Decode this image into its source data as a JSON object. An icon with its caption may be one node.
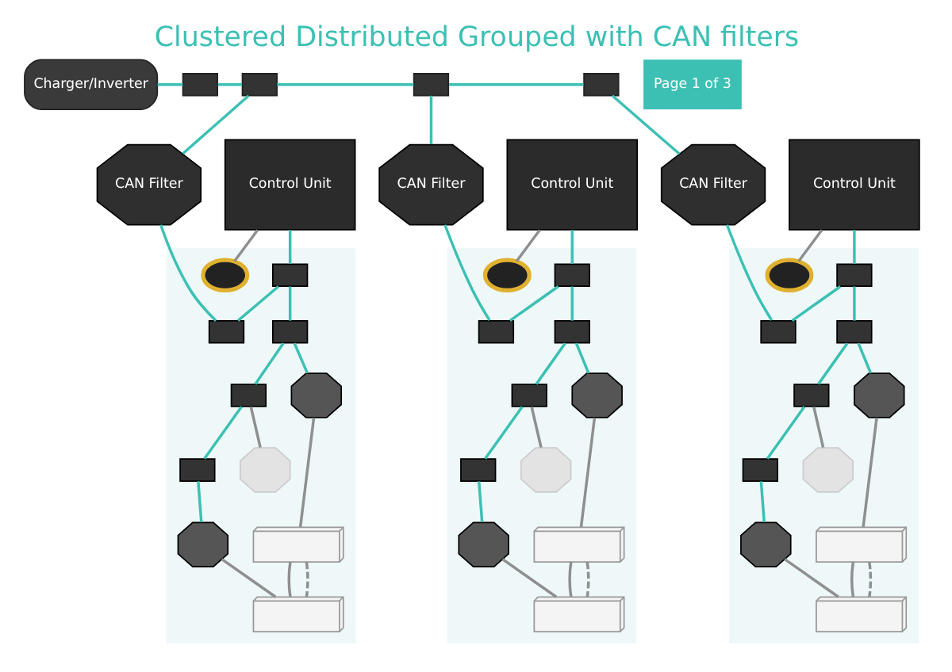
{
  "diagram": {
    "title": "Clustered Distributed Grouped with CAN filters",
    "nodes": [
      {
        "text": [
          "Charger/Inverter"
        ]
      },
      {
        "text": [],
        "shape": "box"
      },
      {
        "text": [],
        "shape": "box"
      },
      {
        "text": [],
        "shape": "box"
      },
      {
        "text": [],
        "shape": "box"
      },
      {
        "text": [],
        "shape": "box"
      },
      {
        "text": [
          "Control Unit"
        ]
      },
      {
        "text": [
          "CAN Filter"
        ]
      },
      {
        "text": [],
        "shape": "box",
        "in": 5
      },
      {
        "text": [],
        "shape": "box",
        "in": 5
      },
      {
        "text": [],
        "shape": "ring",
        "in": 5
      },
      {
        "text": [],
        "shape": "box",
        "in": 5
      },
      {
        "text": [],
        "shape": "box",
        "in": 5
      },
      {
        "text": [],
        "shape": "box",
        "in": 5
      },
      {
        "text": [],
        "shape": "octagon",
        "in": 5
      },
      {
        "text": [],
        "shape": "octagon",
        "in": 5
      },
      {
        "text": [],
        "shape": "octagon",
        "in": 5
      },
      {
        "text": [],
        "shape": "picture",
        "in": 5
      },
      {
        "text": [],
        "shape": "picture",
        "in": 5
      },
      {
        "text": [],
        "shape": "box"
      },
      {
        "text": [
          "Control Unit"
        ]
      },
      {
        "text": [
          "CAN Filter"
        ]
      },
      {
        "text": [],
        "shape": "box",
        "in": 19
      },
      {
        "text": [],
        "shape": "box",
        "in": 19
      },
      {
        "text": [],
        "shape": "ring",
        "in": 19
      },
      {
        "text": [],
        "shape": "box",
        "in": 19
      },
      {
        "text": [],
        "shape": "box",
        "in": 19
      },
      {
        "text": [],
        "shape": "box",
        "in": 19
      },
      {
        "text": [],
        "shape": "octagon",
        "in": 19
      },
      {
        "text": [],
        "shape": "octagon",
        "in": 19
      },
      {
        "text": [],
        "shape": "octagon",
        "in": 19
      },
      {
        "text": [],
        "shape": "picture",
        "in": 19
      },
      {
        "text": [],
        "shape": "picture",
        "in": 19
      },
      {
        "text": [],
        "shape": "box"
      },
      {
        "text": [
          "Control Unit"
        ]
      },
      {
        "text": [
          "CAN Filter"
        ]
      },
      {
        "text": [],
        "shape": "box",
        "in": 33
      },
      {
        "text": [],
        "shape": "box",
        "in": 33
      },
      {
        "text": [],
        "shape": "ring",
        "in": 33
      },
      {
        "text": [],
        "shape": "box",
        "in": 33
      },
      {
        "text": [],
        "shape": "box",
        "in": 33
      },
      {
        "text": [],
        "shape": "box",
        "in": 33
      },
      {
        "text": [],
        "shape": "octagon",
        "in": 33
      },
      {
        "text": [],
        "shape": "octagon",
        "in": 33
      },
      {
        "text": [],
        "shape": "octagon",
        "in": 33
      },
      {
        "text": [],
        "shape": "picture",
        "in": 33
      },
      {
        "text": [],
        "shape": "picture",
        "in": 33
      }
    ],
    "edges": [
      {
        "from": 0,
        "to": 1,
        "arrow": "none"
      },
      {
        "from": 1,
        "to": 2,
        "arrow": "none"
      },
      {
        "from": 2,
        "to": 7,
        "arrow": "none"
      },
      {
        "from": 2,
        "to": 3,
        "arrow": "none"
      },
      {
        "from": 3,
        "to": 21,
        "arrow": "none"
      },
      {
        "from": 3,
        "to": 4,
        "arrow": "none"
      },
      {
        "from": 4,
        "to": 35,
        "arrow": "none"
      },
      {
        "from": 6,
        "to": 8,
        "arrow": "none"
      },
      {
        "from": 8,
        "to": 9,
        "arrow": "none"
      },
      {
        "from": 9,
        "to": 7,
        "arrow": "none"
      },
      {
        "from": 6,
        "to": 10,
        "arrow": "none",
        "color": "#8f8f8f"
      },
      {
        "from": 8,
        "to": 11,
        "arrow": "none"
      },
      {
        "from": 11,
        "to": 12,
        "arrow": "none"
      },
      {
        "from": 12,
        "to": 13,
        "arrow": "none"
      },
      {
        "from": 11,
        "to": 14,
        "arrow": "none"
      },
      {
        "from": 12,
        "to": 15,
        "arrow": "none",
        "color": "#8f8f8f"
      },
      {
        "from": 13,
        "to": 16,
        "arrow": "none"
      },
      {
        "from": 14,
        "to": 17,
        "arrow": "none",
        "color": "#8f8f8f"
      },
      {
        "from": 16,
        "to": 18,
        "arrow": "none",
        "color": "#8f8f8f"
      },
      {
        "from": 17,
        "to": 18,
        "arrow": "none",
        "color": "#8f8f8f"
      },
      {
        "from": 17,
        "to": 18,
        "arrow": "none",
        "style": "dashed",
        "color": "#8f8f8f"
      },
      {
        "from": 20,
        "to": 22,
        "arrow": "none"
      },
      {
        "from": 22,
        "to": 23,
        "arrow": "none"
      },
      {
        "from": 23,
        "to": 21,
        "arrow": "none"
      },
      {
        "from": 20,
        "to": 24,
        "arrow": "none",
        "color": "#8f8f8f"
      },
      {
        "from": 22,
        "to": 25,
        "arrow": "none"
      },
      {
        "from": 25,
        "to": 26,
        "arrow": "none"
      },
      {
        "from": 26,
        "to": 27,
        "arrow": "none"
      },
      {
        "from": 25,
        "to": 28,
        "arrow": "none"
      },
      {
        "from": 26,
        "to": 29,
        "arrow": "none",
        "color": "#8f8f8f"
      },
      {
        "from": 27,
        "to": 30,
        "arrow": "none"
      },
      {
        "from": 28,
        "to": 31,
        "arrow": "none",
        "color": "#8f8f8f"
      },
      {
        "from": 30,
        "to": 32,
        "arrow": "none",
        "color": "#8f8f8f"
      },
      {
        "from": 31,
        "to": 32,
        "arrow": "none",
        "color": "#8f8f8f"
      },
      {
        "from": 31,
        "to": 32,
        "arrow": "none",
        "style": "dashed",
        "color": "#8f8f8f"
      },
      {
        "from": 34,
        "to": 36,
        "arrow": "none"
      },
      {
        "from": 36,
        "to": 37,
        "arrow": "none"
      },
      {
        "from": 37,
        "to": 35,
        "arrow": "none"
      },
      {
        "from": 34,
        "to": 38,
        "arrow": "none",
        "color": "#8f8f8f"
      },
      {
        "from": 36,
        "to": 39,
        "arrow": "none"
      },
      {
        "from": 39,
        "to": 40,
        "arrow": "none"
      },
      {
        "from": 40,
        "to": 41,
        "arrow": "none"
      },
      {
        "from": 39,
        "to": 42,
        "arrow": "none"
      },
      {
        "from": 40,
        "to": 43,
        "arrow": "none",
        "color": "#8f8f8f"
      },
      {
        "from": 41,
        "to": 44,
        "arrow": "none"
      },
      {
        "from": 42,
        "to": 45,
        "arrow": "none",
        "color": "#8f8f8f"
      },
      {
        "from": 44,
        "to": 46,
        "arrow": "none",
        "color": "#8f8f8f"
      },
      {
        "from": 45,
        "to": 46,
        "arrow": "none",
        "color": "#8f8f8f"
      },
      {
        "from": 45,
        "to": 46,
        "arrow": "none",
        "style": "dashed",
        "color": "#8f8f8f"
      }
    ],
    "labels": [
      "Page 1 of 3"
    ]
  }
}
